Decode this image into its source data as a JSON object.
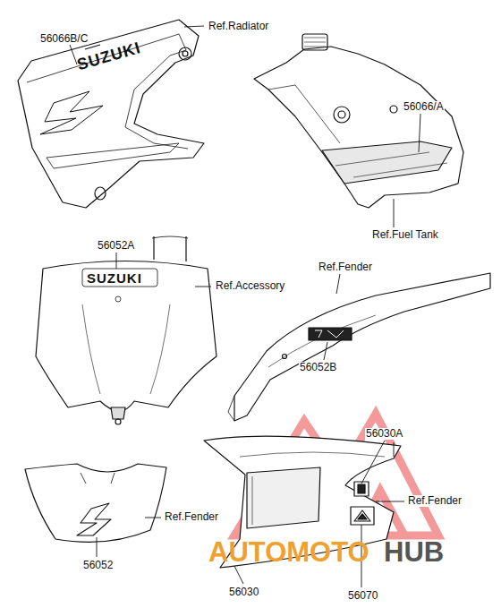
{
  "diagram": {
    "labels": [
      "56066B/C",
      "Ref.Radiator",
      "56066/A",
      "Ref.Fuel Tank",
      "56052A",
      "Ref.Accessory",
      "Ref.Fender",
      "56052B",
      "56030A",
      "Ref.Fender",
      "SUZUKI",
      "SUZUKI",
      "Ref.Fender",
      "56052",
      "56030",
      "56070",
      "AUTOMOTO",
      "HUB"
    ]
  }
}
